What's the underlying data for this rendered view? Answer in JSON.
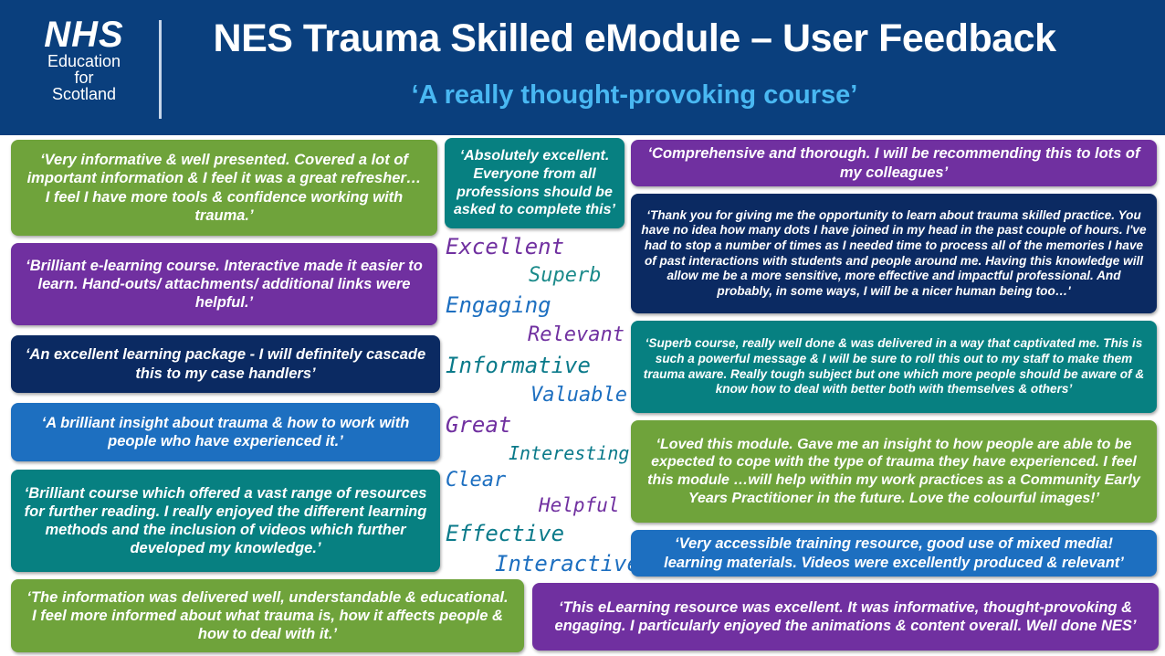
{
  "header": {
    "logo": {
      "nhs": "NHS",
      "line1": "Education",
      "line2": "for",
      "line3": "Scotland"
    },
    "title": "NES Trauma Skilled eModule – User Feedback",
    "subtitle": "‘A really thought-provoking course’"
  },
  "colors": {
    "header_bg": "#0a3f7d",
    "subtitle": "#49b8f2",
    "green": "#6fa33b",
    "purple": "#7030a0",
    "navy": "#0b2a62",
    "blue": "#1d6fc0",
    "teal": "#078081"
  },
  "left_quotes": [
    "‘Very informative & well presented. Covered a lot of important information & I feel it was a great refresher… I feel I have more tools & confidence working with trauma.’",
    "‘Brilliant e-learning course. Interactive made it easier to learn. Hand-outs/ attachments/ additional links were helpful.’",
    "‘An excellent learning package - I will definitely cascade this to my case handlers’",
    "‘A brilliant insight about trauma & how to work with people who have experienced it.’",
    "‘Brilliant course which offered a vast range of resources for further reading. I really enjoyed the different learning methods and the inclusion of videos which further developed my knowledge.’",
    "‘The information was delivered well, understandable & educational. I feel more informed about what trauma is, how it affects people & how to deal with it.’"
  ],
  "center_quote": "‘Absolutely excellent. Everyone from all professions should be asked to complete this’",
  "right_quotes": [
    "‘Comprehensive and thorough.  I will be recommending this to lots of my colleagues’",
    "‘Thank you for giving me the opportunity to learn about trauma skilled practice. You have no idea how many dots I have joined in my head in the past couple of hours. I've had to stop a number of times as I needed time to process all of the memories I have of past interactions with students and people around me. Having this knowledge will allow me be a more sensitive, more effective and impactful professional. And probably, in some ways, I will be a nicer human being too…'",
    "‘Superb course, really well done & was delivered in a way that captivated me. This is such a powerful message & I will be sure to roll this out to my staff to make them trauma aware. Really tough subject but one which more people should be aware of & know how to deal with better both with themselves & others’",
    "‘Loved this module. Gave me an insight to how people are able to be expected to cope with the type of trauma they have experienced. I feel this module …will help within my work practices as a Community Early Years Practitioner in the future. Love the colourful images!’",
    "‘Very accessible training resource, good use of mixed media! learning materials. Videos were excellently produced & relevant’",
    "‘This eLearning resource was excellent. It was informative, thought-provoking & engaging. I particularly enjoyed the animations & content overall. Well done NES’"
  ],
  "words": [
    {
      "text": "Excellent",
      "color": "#7030a0"
    },
    {
      "text": "Superb",
      "color": "#1a8a8a"
    },
    {
      "text": "Engaging",
      "color": "#1d6fc0"
    },
    {
      "text": "Relevant",
      "color": "#7030a0"
    },
    {
      "text": "Informative",
      "color": "#0a7a8a"
    },
    {
      "text": "Valuable",
      "color": "#1d6fc0"
    },
    {
      "text": "Great",
      "color": "#7030a0"
    },
    {
      "text": "Interesting",
      "color": "#0a7a8a"
    },
    {
      "text": "Clear",
      "color": "#1d6fc0"
    },
    {
      "text": "Helpful",
      "color": "#7030a0"
    },
    {
      "text": "Effective",
      "color": "#0a7a8a"
    },
    {
      "text": "Interactive",
      "color": "#1d6fc0"
    }
  ]
}
